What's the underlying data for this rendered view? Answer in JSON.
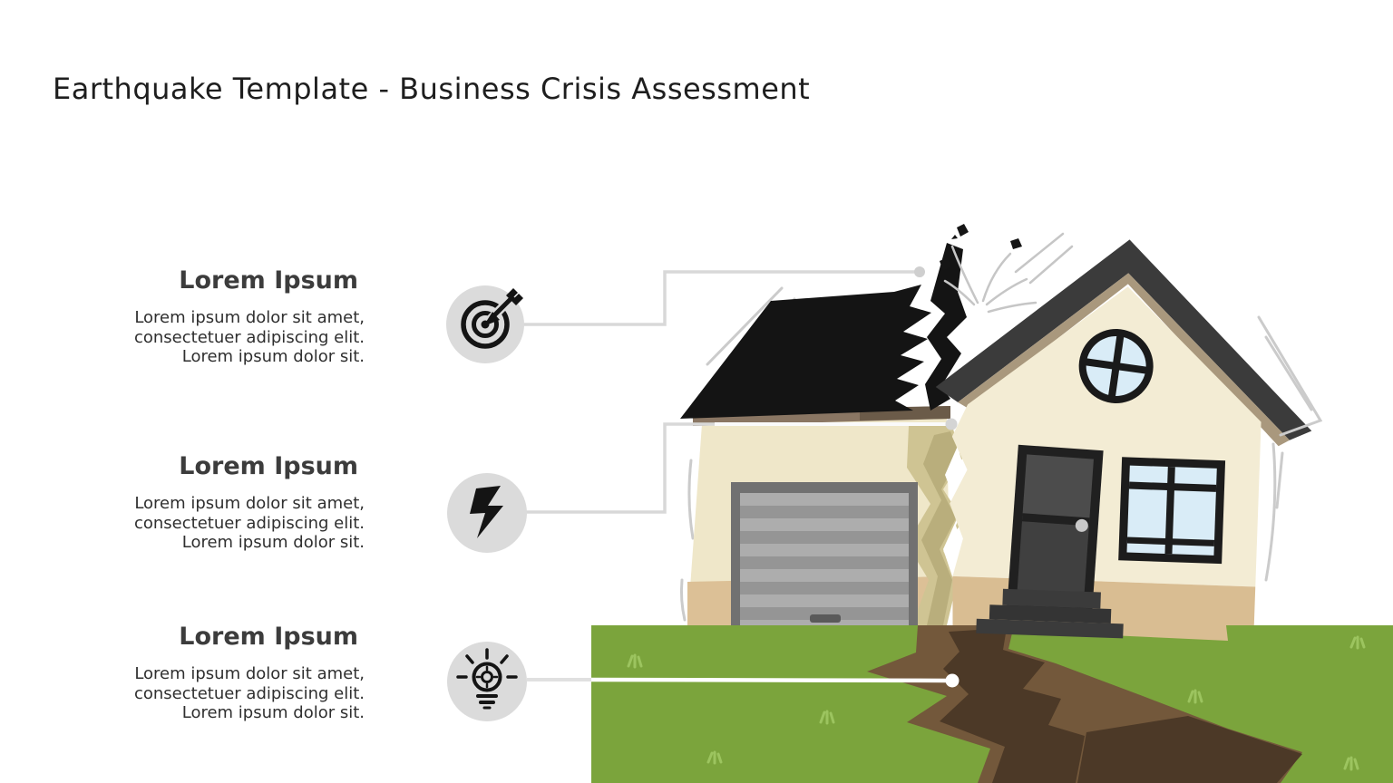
{
  "slide": {
    "title": "Earthquake Template - Business Crisis Assessment",
    "background": "#FFFFFF"
  },
  "callouts": [
    {
      "heading": "Lorem Ipsum",
      "body": "Lorem ipsum dolor sit amet, consectetuer adipiscing elit. Lorem ipsum dolor sit.",
      "icon": "target-icon"
    },
    {
      "heading": "Lorem Ipsum",
      "body": "Lorem ipsum dolor sit amet, consectetuer adipiscing elit. Lorem ipsum dolor sit.",
      "icon": "lightning-icon"
    },
    {
      "heading": "Lorem Ipsum",
      "body": "Lorem ipsum dolor sit amet, consectetuer adipiscing elit. Lorem ipsum dolor sit.",
      "icon": "lightbulb-icon"
    }
  ],
  "illustration": {
    "subject": "house split by earthquake with broken garage roof, cracked wall and fissured ground",
    "colors": {
      "house_wall": "#F3ECD4",
      "garage_wall": "#EFE7C9",
      "garage_roof": "#141414",
      "house_roof": "#3B3B3B",
      "roof_trim": "#A9987D",
      "base_band": "#D9BD92",
      "grass": "#7BA43C",
      "crack_light": "#73583B",
      "crack_dark": "#4C3927",
      "window_glass": "#D9ECF7",
      "icon_circle": "#DBDBDB",
      "leader_line": "#D8D8D8"
    }
  }
}
